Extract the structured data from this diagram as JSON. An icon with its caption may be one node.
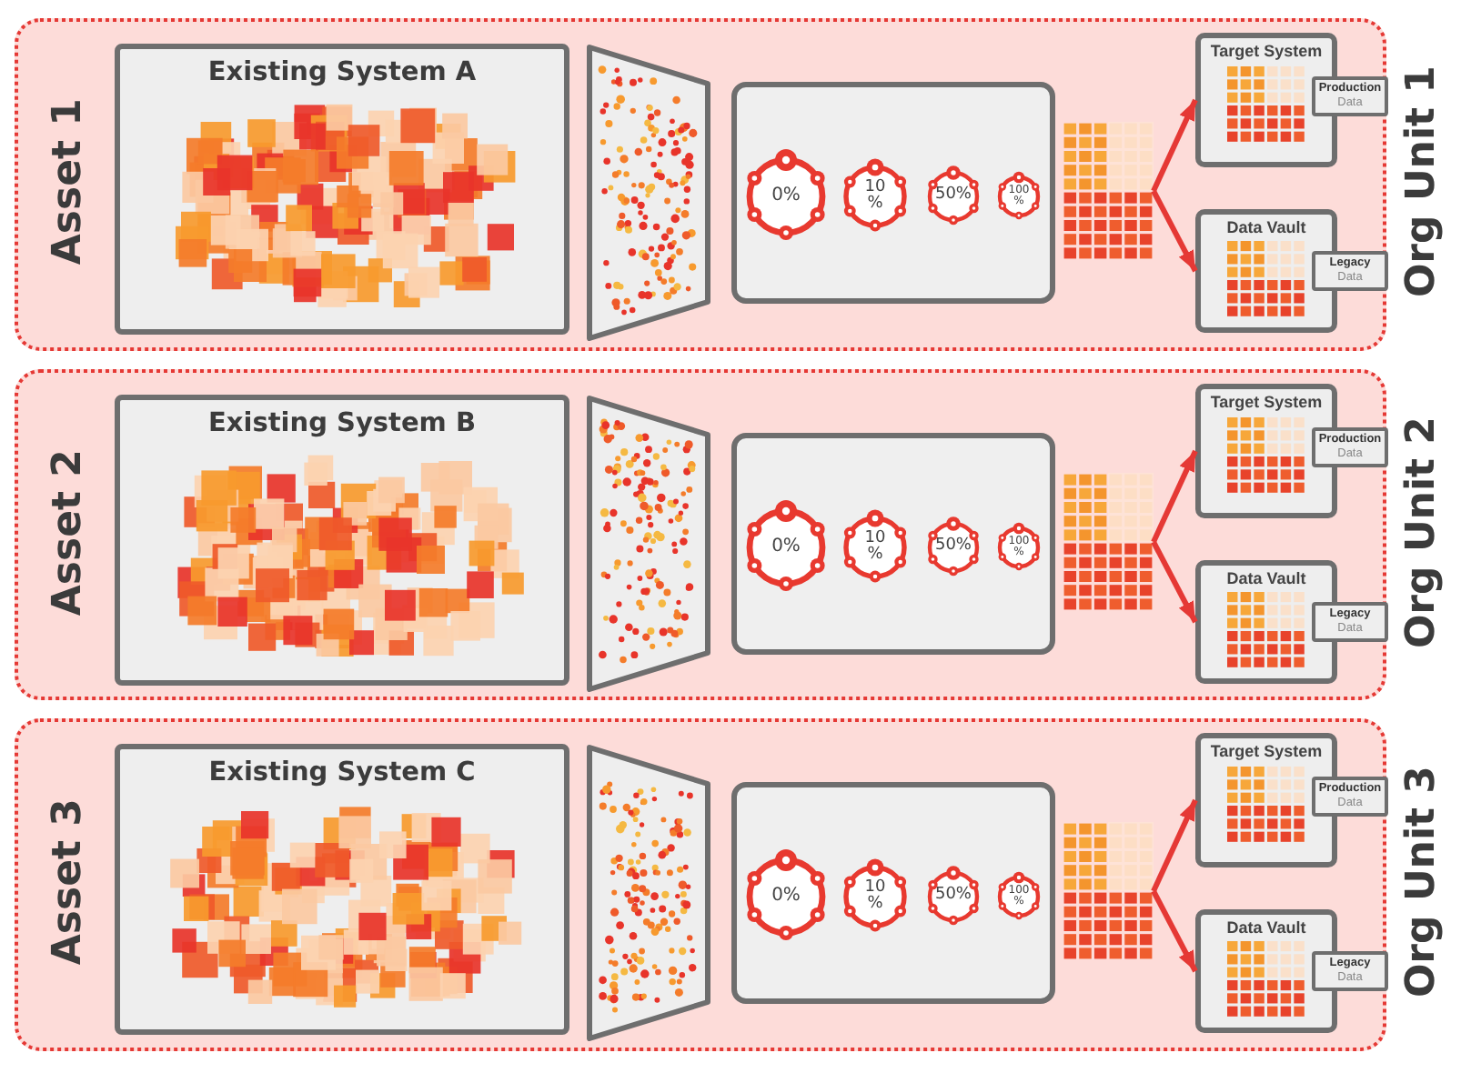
{
  "diagram": {
    "nodes": [
      {
        "text": [
          "Asset 1",
          "Org Unit 1"
        ]
      },
      {
        "text": [
          "Existing System A"
        ],
        "in": 0
      },
      {
        "text": [],
        "shape": "trapezoid",
        "in": 0
      },
      {
        "text": [],
        "shape": "box",
        "in": 0
      },
      {
        "text": [
          "0%"
        ],
        "in": 3
      },
      {
        "text": [
          "10 %"
        ],
        "in": 3
      },
      {
        "text": [
          "50%"
        ],
        "in": 3
      },
      {
        "text": [
          "100 %"
        ],
        "in": 3
      },
      {
        "text": [],
        "shape": "grid",
        "in": 0
      },
      {
        "text": [
          "Target System"
        ],
        "in": 0
      },
      {
        "text": [
          "**Production** Data"
        ],
        "in": 0
      },
      {
        "text": [
          "Data Vault"
        ],
        "in": 0
      },
      {
        "text": [
          "**Legacy** Data"
        ],
        "in": 0
      },
      {
        "text": [
          "Asset 2",
          "Org Unit 2"
        ]
      },
      {
        "text": [
          "Existing System B"
        ],
        "in": 13
      },
      {
        "text": [],
        "shape": "trapezoid",
        "in": 13
      },
      {
        "text": [],
        "shape": "box",
        "in": 13
      },
      {
        "text": [
          "0%"
        ],
        "in": 16
      },
      {
        "text": [
          "10 %"
        ],
        "in": 16
      },
      {
        "text": [
          "50%"
        ],
        "in": 16
      },
      {
        "text": [
          "100 %"
        ],
        "in": 16
      },
      {
        "text": [],
        "shape": "grid",
        "in": 13
      },
      {
        "text": [
          "Target System"
        ],
        "in": 13
      },
      {
        "text": [
          "**Production** Data"
        ],
        "in": 13
      },
      {
        "text": [
          "Data Vault"
        ],
        "in": 13
      },
      {
        "text": [
          "**Legacy** Data"
        ],
        "in": 13
      },
      {
        "text": [
          "Asset 3",
          "Org Unit 3"
        ]
      },
      {
        "text": [
          "Existing System C"
        ],
        "in": 26
      },
      {
        "text": [],
        "shape": "trapezoid",
        "in": 26
      },
      {
        "text": [],
        "shape": "box",
        "in": 26
      },
      {
        "text": [
          "0%"
        ],
        "in": 29
      },
      {
        "text": [
          "10 %"
        ],
        "in": 29
      },
      {
        "text": [
          "50%"
        ],
        "in": 29
      },
      {
        "text": [
          "100 %"
        ],
        "in": 29
      },
      {
        "text": [],
        "shape": "grid",
        "in": 26
      },
      {
        "text": [
          "Target System"
        ],
        "in": 26
      },
      {
        "text": [
          "**Production** Data"
        ],
        "in": 26
      },
      {
        "text": [
          "Data Vault"
        ],
        "in": 26
      },
      {
        "text": [
          "**Legacy** Data"
        ],
        "in": 26
      }
    ],
    "edges": [
      {
        "from": 8,
        "to": 9,
        "arrow": "to"
      },
      {
        "from": 8,
        "to": 11,
        "arrow": "to"
      },
      {
        "from": 21,
        "to": 22,
        "arrow": "to"
      },
      {
        "from": 21,
        "to": 24,
        "arrow": "to"
      },
      {
        "from": 34,
        "to": 35,
        "arrow": "to"
      },
      {
        "from": 34,
        "to": 37,
        "arrow": "to"
      }
    ]
  }
}
